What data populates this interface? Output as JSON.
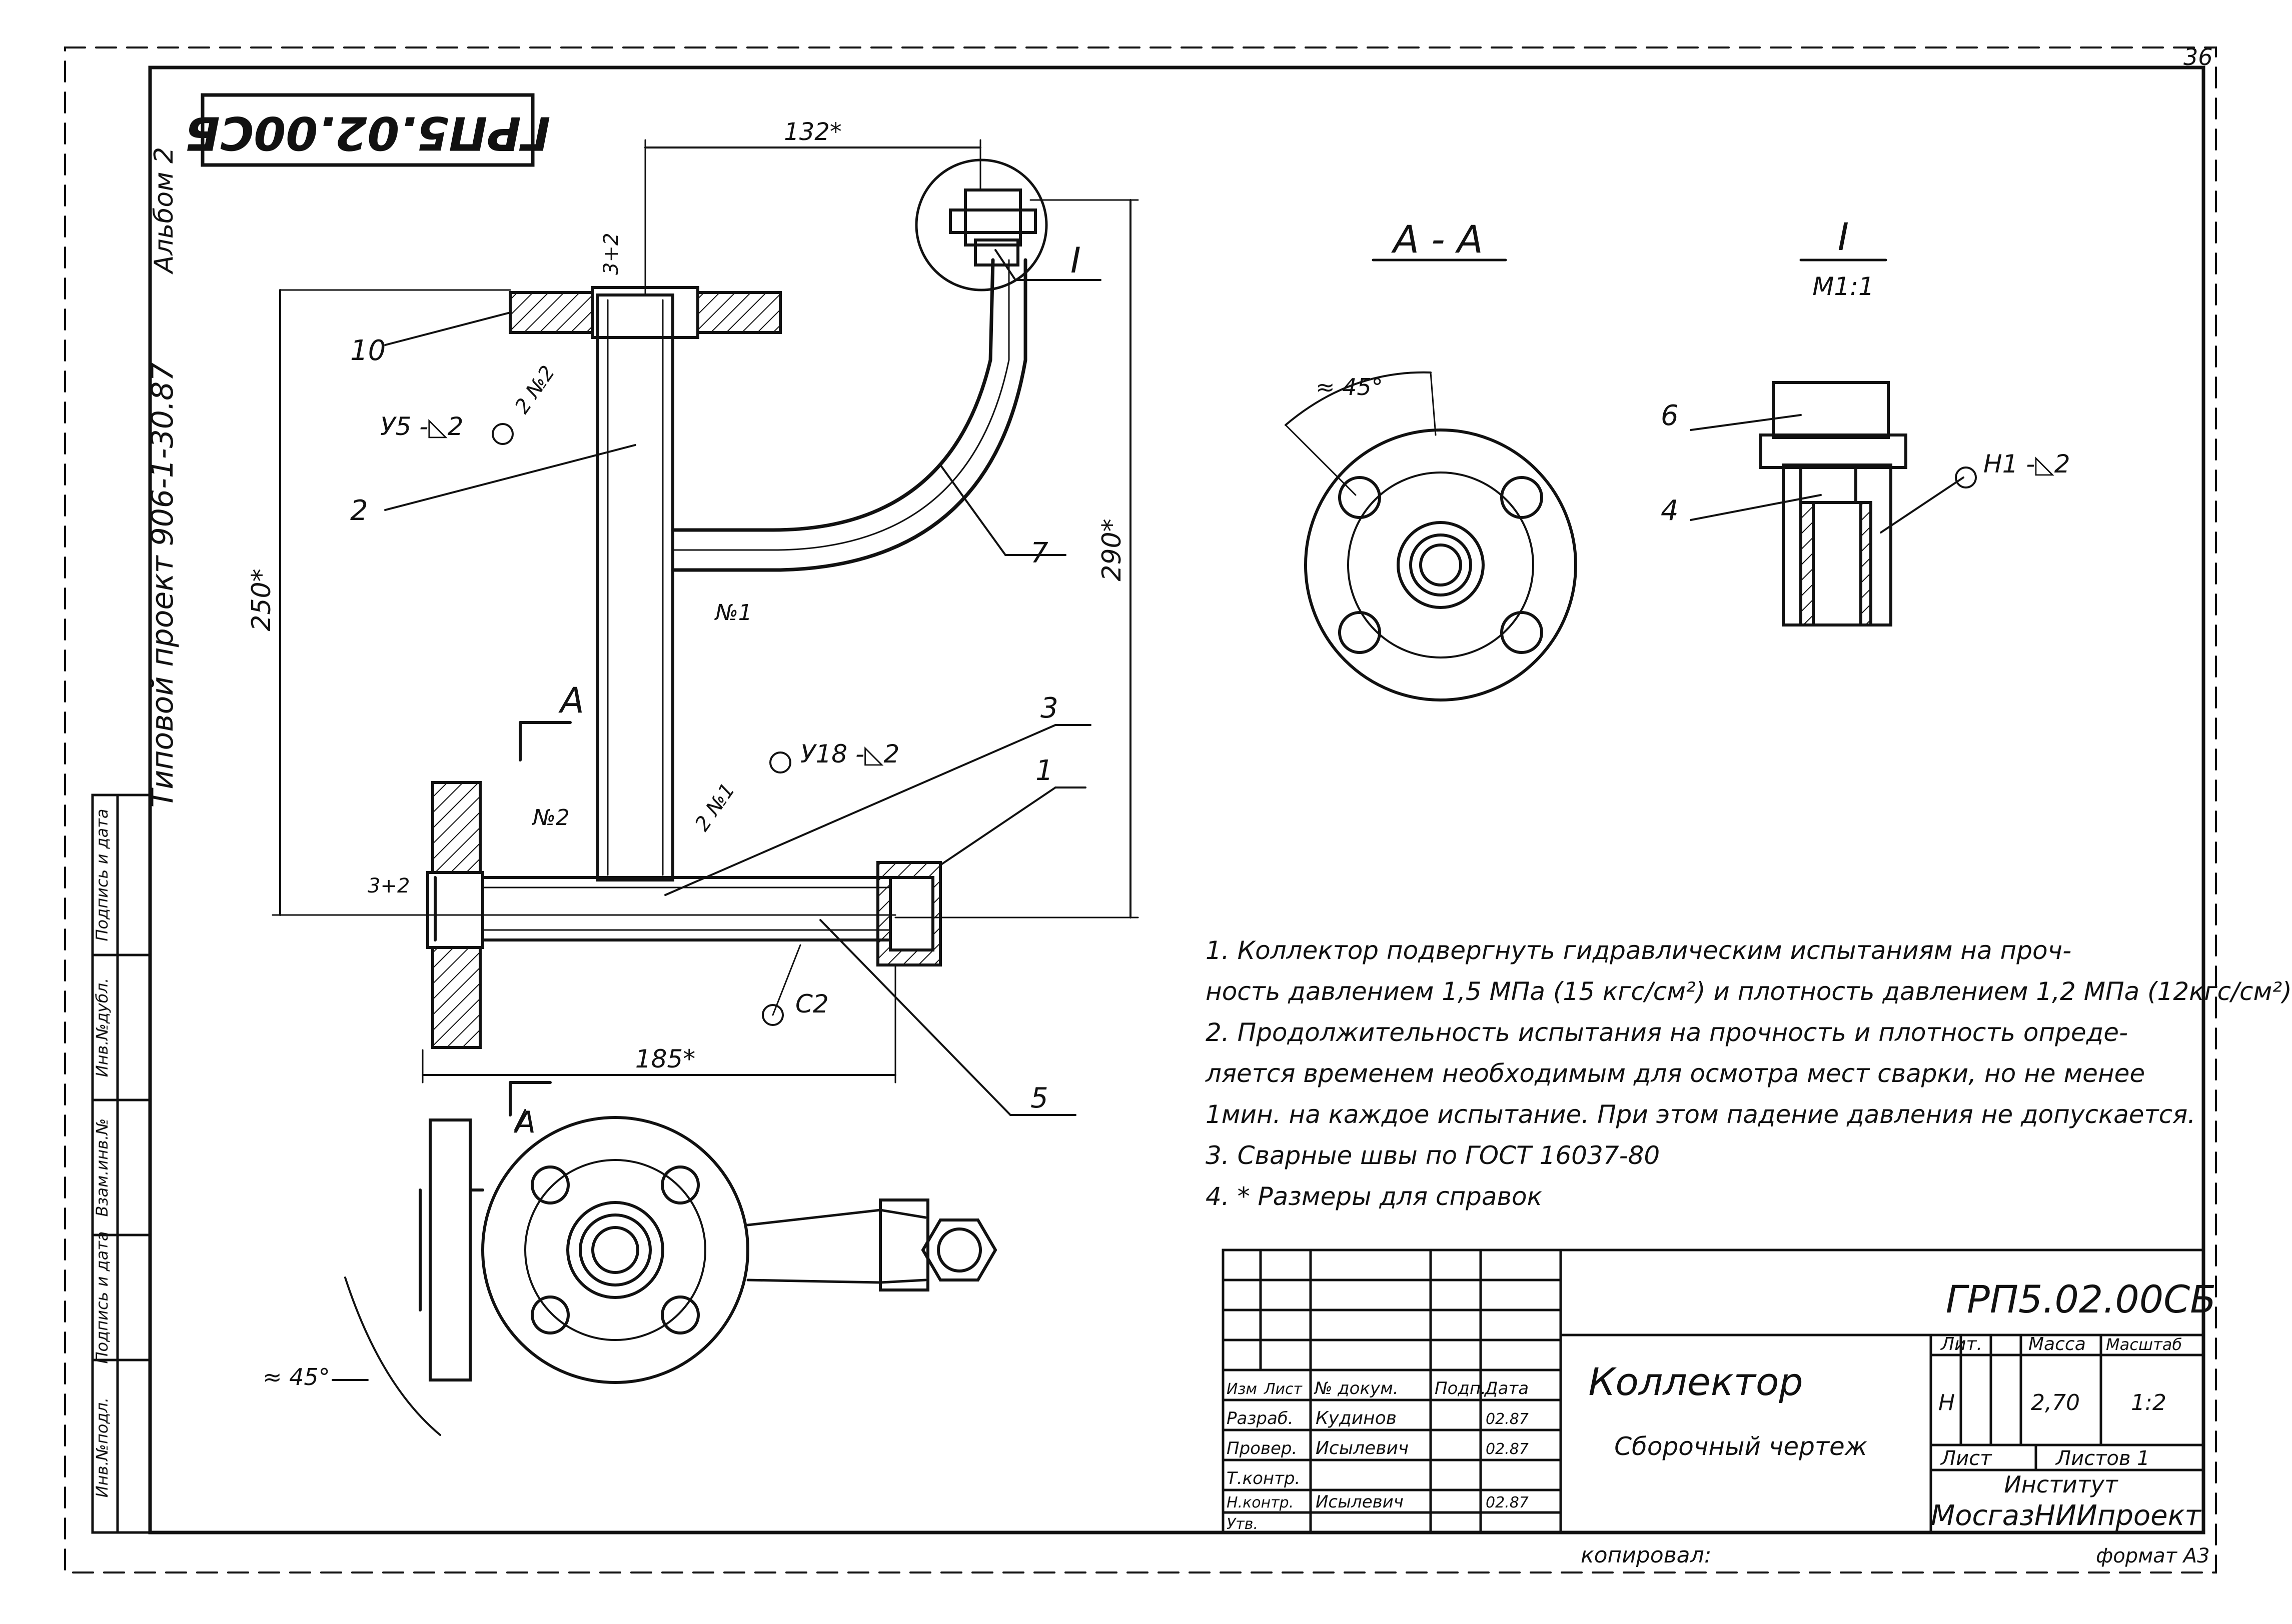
{
  "frame": {
    "page_number": "36",
    "drawing_code_inverted": "ГРП5.02.00СБ",
    "album": "Альбом 2",
    "typical_project": "Типовой  проект 906-1-30.87"
  },
  "left_strip": {
    "cells": [
      "Инв.№подл.",
      "Подпись и дата",
      "Взам.инв.№",
      "Инв.№дубл.",
      "Подпись и дата"
    ]
  },
  "views": {
    "section_aa_title": "А - А",
    "detail_title": "I",
    "detail_scale": "М1:1",
    "section_marker": "А",
    "detail_marker": "I"
  },
  "dimensions": {
    "top_width": "132*",
    "flange_gap": "3+2",
    "left_height": "250*",
    "right_height": "290*",
    "bottom_length": "185*",
    "left_gap": "3+2",
    "angle_aa": "≈ 45°",
    "angle_bottom": "≈ 45°"
  },
  "callouts": {
    "pos_10": "10",
    "pos_2": "2",
    "pos_7": "7",
    "pos_3": "3",
    "pos_1": "1",
    "pos_5": "5",
    "pos_6": "6",
    "pos_4": "4",
    "weld_u5": "У5 -◺2",
    "weld_u18": "У18 -◺2",
    "weld_h1": "Н1 -◺2",
    "weld_c2": "С2",
    "weld_n1": "№1",
    "weld_2n2": "2 №2",
    "weld_n2": "№2",
    "weld_2n1": "2 №1"
  },
  "notes": [
    "1.  Коллектор подвергнуть гидравлическим испытаниям на проч-",
    "ность давлением 1,5 МПа (15 кгс/см²) и плотность давлением 1,2 МПа (12кгс/см²)",
    "2.  Продолжительность испытания на прочность и плотность опреде-",
    "ляется временем необходимым для осмотра мест сварки, но не менее",
    "1мин. на каждое испытание. При этом падение давления не допускается.",
    "3.  Сварные швы по  ГОСТ 16037-80",
    "4.  * Размеры для справок"
  ],
  "title_block": {
    "code": "ГРП5.02.00СБ",
    "name": "Коллектор",
    "subtitle": "Сборочный  чертеж",
    "headers": {
      "izm": "Изм",
      "list": "Лист",
      "doc": "№ докум.",
      "sign": "Подп.",
      "date": "Дата"
    },
    "rows": [
      {
        "role": "Разраб.",
        "name": "Кудинов",
        "date": "02.87"
      },
      {
        "role": "Провер.",
        "name": "Исылевич",
        "date": "02.87"
      },
      {
        "role": "Т.контр.",
        "name": "",
        "date": ""
      },
      {
        "role": "Н.контр.",
        "name": "Исылевич",
        "date": "02.87"
      },
      {
        "role": "Утв.",
        "name": "",
        "date": ""
      }
    ],
    "lit_label": "Лит.",
    "mass_label": "Масса",
    "scale_label": "Масштаб",
    "lit_value": "Н",
    "mass_value": "2,70",
    "scale_value": "1:2",
    "sheet_label": "Лист",
    "sheets_label": "Листов 1",
    "institute_1": "Институт",
    "institute_2": "МосгазНИИпроект"
  },
  "footer": {
    "copied": "копировал:",
    "format": "формат А3"
  }
}
